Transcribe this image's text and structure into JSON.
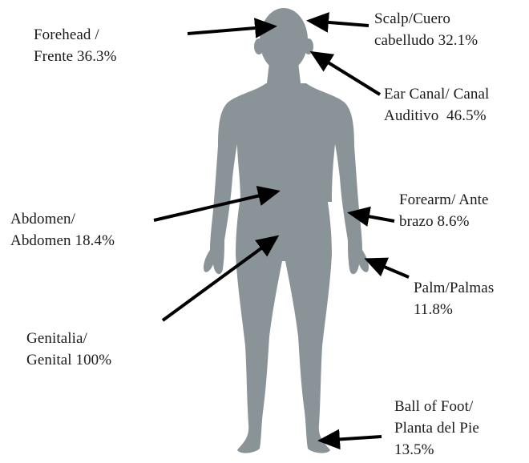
{
  "colors": {
    "body_silhouette": "#8a9398",
    "arrow": "#000000",
    "text": "#1a1a1a"
  },
  "labels": {
    "forehead": {
      "line1": "Forehead /",
      "line2": "Frente 36.3%"
    },
    "scalp": {
      "line1": "Scalp/Cuero",
      "line2": "cabelludo 32.1%"
    },
    "ear": {
      "line1": "Ear Canal/ Canal",
      "line2": "Auditivo  46.5%"
    },
    "abdomen": {
      "line1": "Abdomen/",
      "line2": "Abdomen 18.4%"
    },
    "forearm": {
      "line1": "Forearm/ Ante",
      "line2": "brazo 8.6%"
    },
    "palm": {
      "line1": "Palm/Palmas",
      "line2": "11.8%"
    },
    "genital": {
      "line1": "Genitalia/",
      "line2": "Genital 100%"
    },
    "foot": {
      "line1": "Ball of Foot/",
      "line2": "Planta del Pie",
      "line3": "13.5%"
    }
  }
}
